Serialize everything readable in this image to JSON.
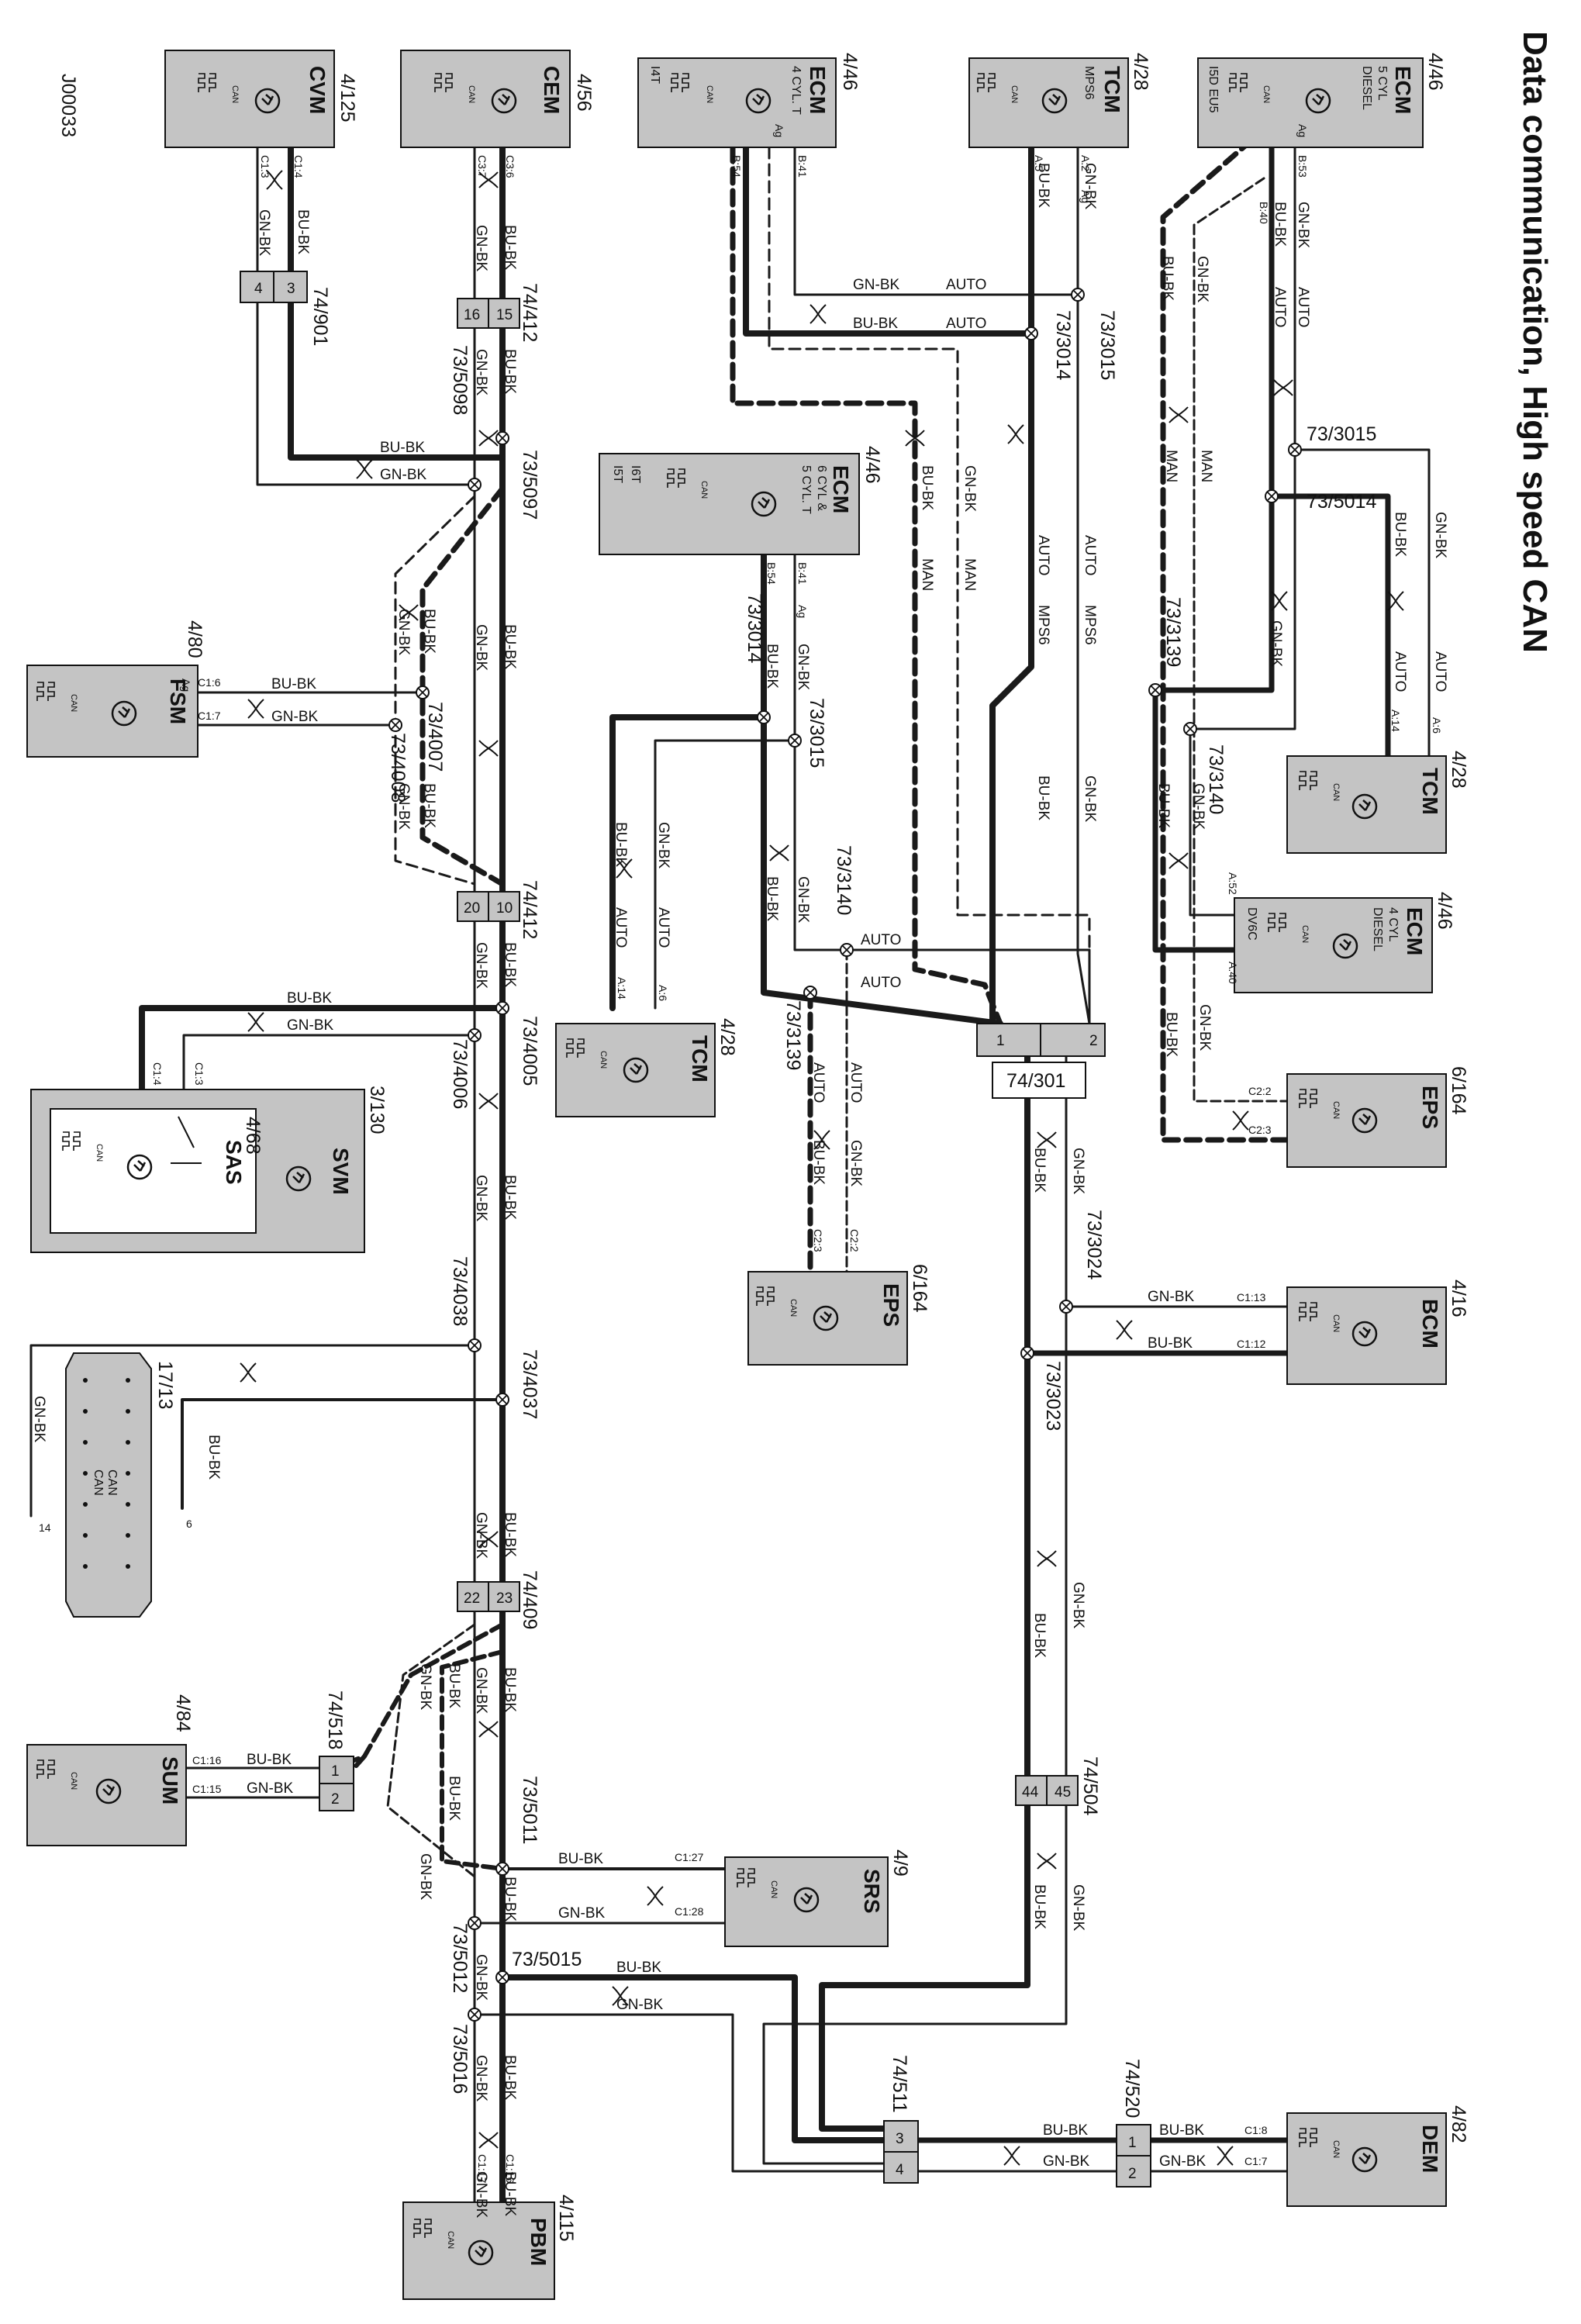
{
  "title": "Data communication, High speed CAN",
  "doc_code": "J00033",
  "colors": {
    "bu_bk": "#2b2b2b",
    "gn_bk": "#444444",
    "module_fill": "#c4c4c4",
    "line": "#1a1a1a"
  },
  "wire_colors": {
    "bu": "BU-BK",
    "gn": "GN-BK"
  },
  "signals": {
    "auto": "AUTO",
    "man": "MAN",
    "mps6": "MPS6"
  },
  "can_glyph": {
    "label": "CAN",
    "pulse": "⎍⎍",
    "icon": "transceiver-icon"
  },
  "modules": {
    "cvm": {
      "ref": "4/125",
      "name": "CVM",
      "pins": [
        "C1:4",
        "C1:3"
      ]
    },
    "cem": {
      "ref": "4/56",
      "name": "CEM",
      "pins": [
        "C3:6",
        "C3:7"
      ]
    },
    "ecm_i4t": {
      "ref": "4/46",
      "name": "ECM",
      "lines": [
        "4 CYL. T",
        "I4T"
      ],
      "pins": [
        "B:41",
        "B:54"
      ],
      "ag": "Ag"
    },
    "tcm_mps6": {
      "ref": "4/28",
      "name": "TCM",
      "lines": [
        "MPS6"
      ],
      "pins": [
        "A:2",
        "A:5"
      ],
      "ag": "Ag"
    },
    "ecm_diesel5": {
      "ref": "4/46",
      "name": "ECM",
      "lines": [
        "5 CYL",
        "DIESEL",
        "I5D EU5"
      ],
      "pins": [
        "B:53",
        "B:40"
      ],
      "ag": "Ag"
    },
    "ecm_i6t": {
      "ref": "4/46",
      "name": "ECM",
      "lines": [
        "6 CYL &",
        "5 CYL. T",
        "I6T",
        "I5T"
      ],
      "pins": [
        "B:41",
        "B:54"
      ],
      "ag": "Ag"
    },
    "tcm_auto": {
      "ref": "4/28",
      "name": "TCM",
      "pins": [
        "A:6",
        "A:14"
      ]
    },
    "tcm_left": {
      "ref": "4/28",
      "name": "TCM",
      "pins": [
        "A:6",
        "A:14"
      ]
    },
    "ecm_dv6c": {
      "ref": "4/46",
      "name": "ECM",
      "lines": [
        "4 CYL",
        "DIESEL",
        "DV6C"
      ],
      "pins": [
        "A:52",
        "A:40"
      ]
    },
    "fsm": {
      "ref": "4/80",
      "name": "FSM",
      "pins": [
        "C1:6",
        "C1:7"
      ],
      "ag": "Ag"
    },
    "svm": {
      "ref": "3/130",
      "name": "SVM",
      "pins": [
        "C1:4",
        "C1:3"
      ]
    },
    "sas": {
      "ref": "4/68",
      "name": "SAS"
    },
    "eps_top": {
      "ref": "6/164",
      "name": "EPS",
      "pins": [
        "C2:2",
        "C2:3"
      ]
    },
    "eps_mid": {
      "ref": "6/164",
      "name": "EPS",
      "pins": [
        "C2:2",
        "C2:3"
      ]
    },
    "bcm": {
      "ref": "4/16",
      "name": "BCM",
      "pins": [
        "C1:13",
        "C1:12"
      ]
    },
    "dlc": {
      "ref": "17/13",
      "pins": [
        "6",
        "14"
      ],
      "can": [
        "CAN",
        "CAN"
      ]
    },
    "sum": {
      "ref": "4/84",
      "name": "SUM",
      "pins": [
        "C1:16",
        "C1:15"
      ]
    },
    "srs": {
      "ref": "4/9",
      "name": "SRS",
      "pins": [
        "C1:27",
        "C1:28"
      ]
    },
    "pbm": {
      "ref": "4/115",
      "name": "PBM",
      "pins": [
        "C1:16",
        "C1:17"
      ]
    },
    "dem": {
      "ref": "4/82",
      "name": "DEM",
      "pins": [
        "C1:8",
        "C1:7"
      ]
    }
  },
  "connectors": {
    "c74_901": {
      "ref": "74/901",
      "pins": [
        "3",
        "4"
      ]
    },
    "c74_412a": {
      "ref": "74/412",
      "pins": [
        "15",
        "16"
      ]
    },
    "c74_412b": {
      "ref": "74/412",
      "pins": [
        "10",
        "20"
      ]
    },
    "c74_409": {
      "ref": "74/409",
      "pins": [
        "23",
        "22"
      ]
    },
    "c74_518": {
      "ref": "74/518",
      "pins": [
        "1",
        "2"
      ]
    },
    "c74_301": {
      "ref": "74/301",
      "pins": [
        "1",
        "2"
      ]
    },
    "c74_504": {
      "ref": "74/504",
      "pins": [
        "45",
        "44"
      ]
    },
    "c74_511": {
      "ref": "74/511",
      "pins": [
        "3",
        "4"
      ]
    },
    "c74_520": {
      "ref": "74/520",
      "pins": [
        "1",
        "2"
      ]
    }
  },
  "splices": {
    "s5097": "73/5097",
    "s5098": "73/5098",
    "s4007": "73/4007",
    "s4008": "73/4008",
    "s4005": "73/4005",
    "s4006": "73/4006",
    "s4038": "73/4038",
    "s4037": "73/4037",
    "s5011": "73/5011",
    "s5012": "73/5012",
    "s5015": "73/5015",
    "s5016": "73/5016",
    "s3014a": "73/3014",
    "s3015a": "73/3015",
    "s3014b": "73/3014",
    "s3015b": "73/3015",
    "s3015c": "73/3015",
    "s5014": "73/5014",
    "s3139a": "73/3139",
    "s3140a": "73/3140",
    "s3140b": "73/3140",
    "s3139b": "73/3139",
    "s3024": "73/3024",
    "s3023": "73/3023"
  }
}
